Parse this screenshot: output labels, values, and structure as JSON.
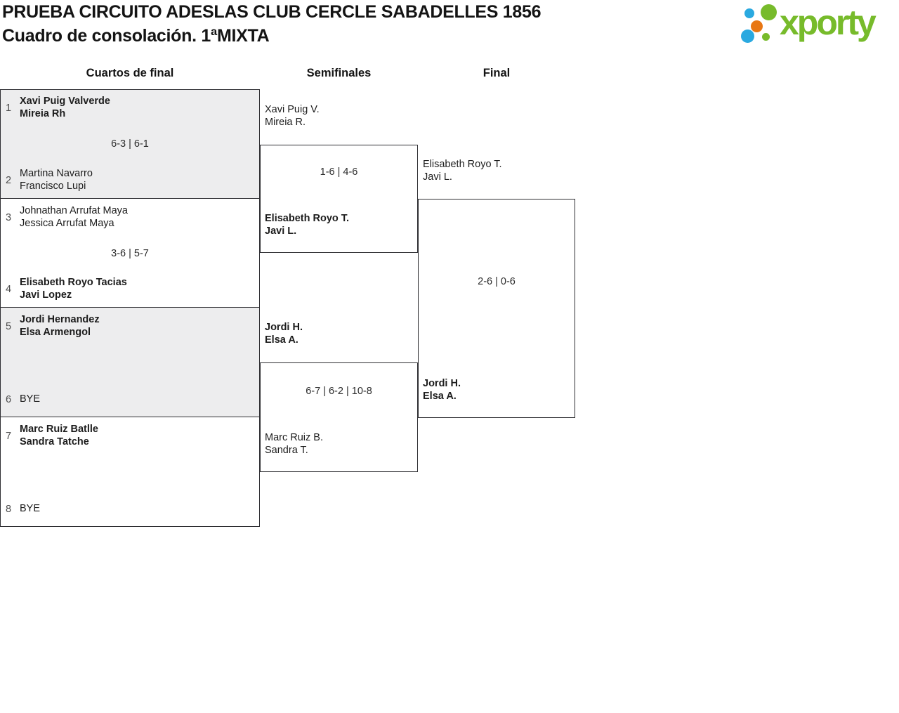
{
  "page": {
    "title": "PRUEBA CIRCUITO ADESLAS CLUB CERCLE SABADELLES 1856",
    "subtitle": "Cuadro de consolación. 1ªMIXTA"
  },
  "logo": {
    "text": "xporty",
    "green": "#77bb2b",
    "blue": "#2aa9e0",
    "orange": "#e87713"
  },
  "columns": {
    "quarterfinals": "Cuartos de final",
    "semifinals": "Semifinales",
    "final": "Final"
  },
  "bracket": {
    "qf": [
      {
        "seedA": "1",
        "a1": "Xavi Puig Valverde",
        "a2": "Mireia Rh",
        "score": "6-3 | 6-1",
        "seedB": "2",
        "b1": "Martina Navarro",
        "b2": "Francisco Lupi"
      },
      {
        "seedA": "3",
        "a1": "Johnathan Arrufat Maya",
        "a2": "Jessica Arrufat Maya",
        "score": "3-6 | 5-7",
        "seedB": "4",
        "b1": "Elisabeth Royo Tacias",
        "b2": "Javi Lopez"
      },
      {
        "seedA": "5",
        "a1": "Jordi Hernandez",
        "a2": "Elsa Armengol",
        "score": "",
        "seedB": "6",
        "b1": "BYE"
      },
      {
        "seedA": "7",
        "a1": "Marc Ruiz Batlle",
        "a2": "Sandra Tatche",
        "score": "",
        "seedB": "8",
        "b1": "BYE"
      }
    ],
    "sf": [
      {
        "a1": "Xavi Puig V.",
        "a2": "Mireia R.",
        "score": "1-6 | 4-6",
        "b1": "Elisabeth Royo T.",
        "b2": "Javi L."
      },
      {
        "a1": "Jordi H.",
        "a2": "Elsa A.",
        "score": "6-7 | 6-2 | 10-8",
        "b1": "Marc Ruiz B.",
        "b2": "Sandra T."
      }
    ],
    "final": {
      "a1": "Elisabeth Royo T.",
      "a2": "Javi L.",
      "score": "2-6 | 0-6",
      "b1": "Jordi H.",
      "b2": "Elsa A."
    }
  }
}
